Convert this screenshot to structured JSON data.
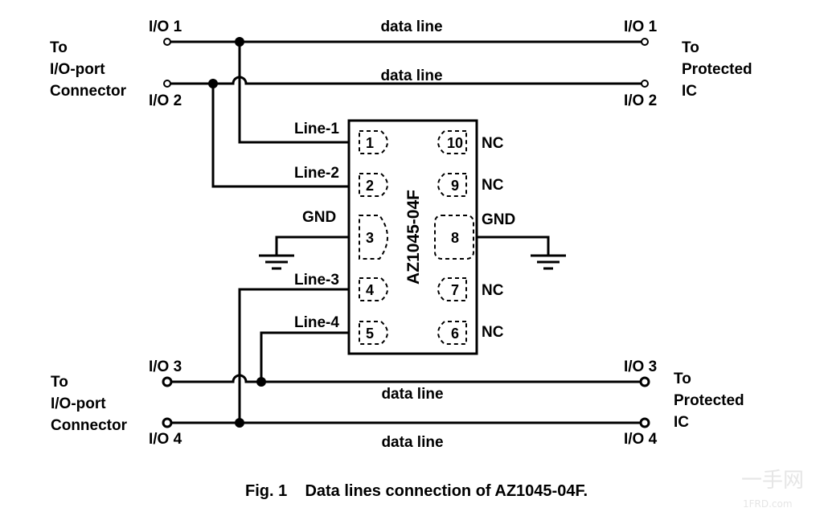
{
  "ports": {
    "io1_left": "I/O 1",
    "io2_left": "I/O 2",
    "io1_right": "I/O 1",
    "io2_right": "I/O 2",
    "io3_left": "I/O 3",
    "io4_left": "I/O 4",
    "io3_right": "I/O 3",
    "io4_right": "I/O 4"
  },
  "blocks": {
    "top_left": [
      "To",
      "I/O-port",
      "Connector"
    ],
    "top_right": [
      "To",
      "Protected",
      "IC"
    ],
    "bottom_left": [
      "To",
      "I/O-port",
      "Connector"
    ],
    "bottom_right": [
      "To",
      "Protected",
      "IC"
    ]
  },
  "data_lines": [
    "data  line",
    "data  line",
    "data  line",
    "data  line"
  ],
  "chip": {
    "name": "AZ1045-04F",
    "pins_left": [
      "1",
      "2",
      "3",
      "4",
      "5"
    ],
    "pins_right": [
      "10",
      "9",
      "8",
      "7",
      "6"
    ],
    "labels_left": [
      "Line-1",
      "Line-2",
      "GND",
      "Line-3",
      "Line-4"
    ],
    "labels_right": [
      "NC",
      "NC",
      "GND",
      "NC",
      "NC"
    ]
  },
  "caption": "Fig. 1    Data lines connection of AZ1045-04F.",
  "watermark": {
    "main": "一手网",
    "sub": "1FRD.com"
  }
}
